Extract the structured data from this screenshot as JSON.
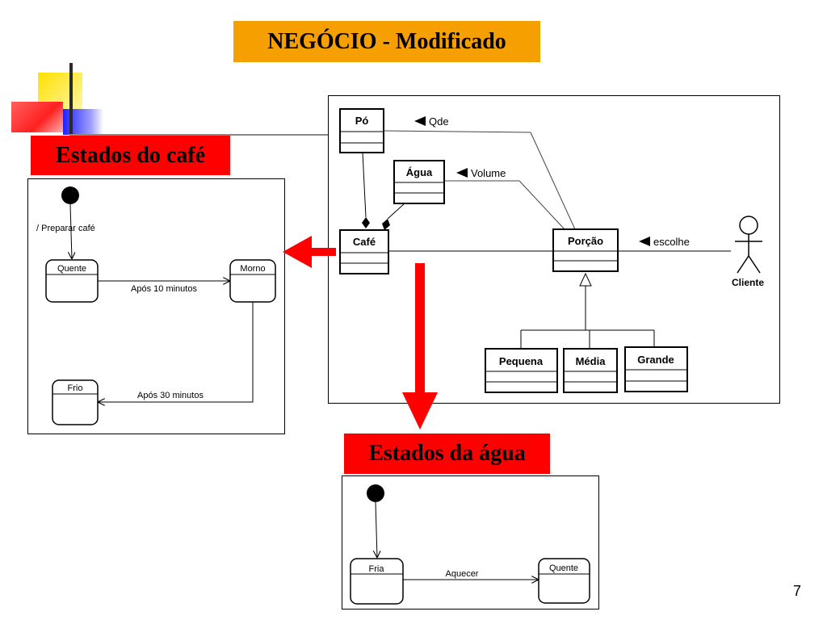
{
  "title": "NEGÓCIO - Modificado",
  "labels": {
    "cafe_states": "Estados do café",
    "water_states": "Estados da água"
  },
  "class_diagram": {
    "classes": {
      "po": "Pó",
      "agua": "Água",
      "cafe": "Café",
      "porcao": "Porção",
      "pequena": "Pequena",
      "media": "Média",
      "grande": "Grande"
    },
    "associations": {
      "qde": "Qde",
      "volume": "Volume",
      "escolhe": "escolhe"
    },
    "actor": "Cliente"
  },
  "cafe_state_diagram": {
    "initial_transition": "/ Preparar café",
    "states": {
      "quente": "Quente",
      "morno": "Morno",
      "frio": "Frio"
    },
    "transitions": {
      "t1": "Após 10 minutos",
      "t2": "Após 30 minutos"
    }
  },
  "water_state_diagram": {
    "states": {
      "fria": "Fria",
      "quente": "Quente"
    },
    "transitions": {
      "t1": "Aquecer"
    }
  },
  "page_number": "7",
  "colors": {
    "title_bg": "#f5a000",
    "label_bg": "#ff0000",
    "arrow": "#ff0000"
  }
}
